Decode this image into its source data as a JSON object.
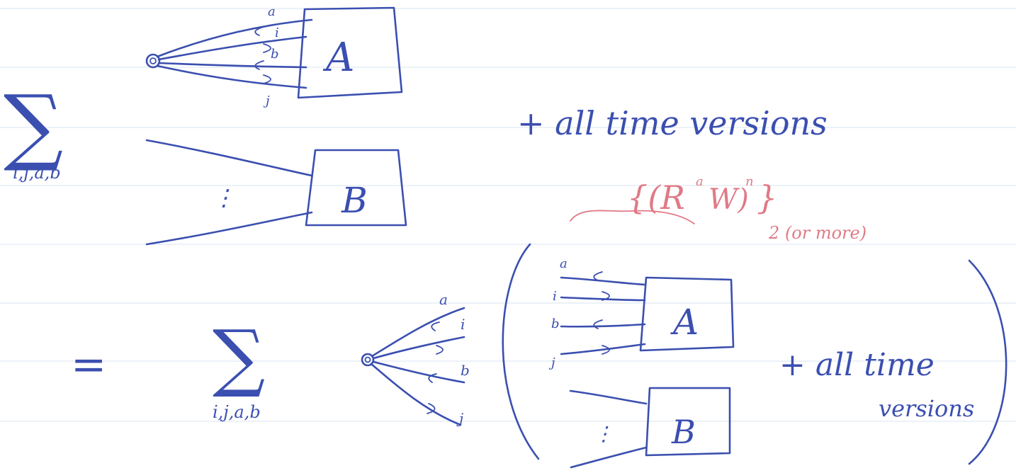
{
  "top_block": {
    "sum_symbol": "∑",
    "sum_index": "i,j,a,b",
    "box_a_label": "A",
    "box_b_label": "B",
    "leg_labels": [
      "a",
      "i",
      "b",
      "j"
    ],
    "dots": "⋮",
    "plus_text": "+ all time versions",
    "red_note_main": "{(R",
    "red_note_sup": "a",
    "red_note_w": "W)",
    "red_note_exp": "n",
    "red_note_close": "}",
    "red_note_sub": "2 (or more)"
  },
  "bottom_block": {
    "equals": "=",
    "sum_symbol": "∑",
    "sum_index": "i,j,a,b",
    "vertex_leg_labels": [
      "a",
      "i",
      "b",
      "j"
    ],
    "box_a_label": "A",
    "box_b_label": "B",
    "inner_leg_labels": [
      "a",
      "i",
      "b",
      "j"
    ],
    "dots": "⋮",
    "plus_text_line1": "+ all time",
    "plus_text_line2": "versions"
  }
}
